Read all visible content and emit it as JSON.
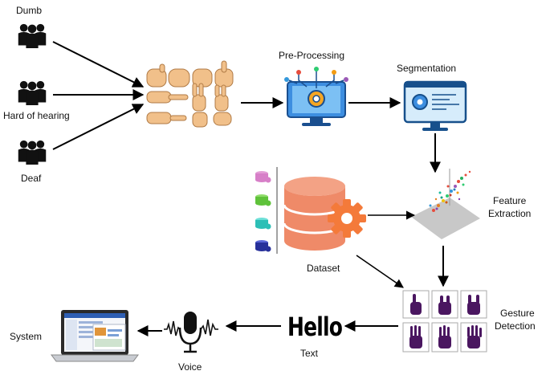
{
  "labels": {
    "dumb": "Dumb",
    "hard_of_hearing": "Hard of hearing",
    "deaf": "Deaf",
    "pre_processing": "Pre-Processing",
    "segmentation": "Segmentation",
    "feature_extraction_1": "Feature",
    "feature_extraction_2": "Extraction",
    "dataset": "Dataset",
    "gesture_detection_1": "Gesture",
    "gesture_detection_2": "Detection",
    "hello": "Hello",
    "text": "Text",
    "voice": "Voice",
    "system": "System"
  },
  "colors": {
    "person": "#111111",
    "skin": "#f1c08a",
    "monitor_blue": "#3d8ee0",
    "dataset_coral": "#ef8a68",
    "gear_orange": "#f47a3a",
    "glove_purple": "#4a1660"
  },
  "icons": [
    "group-people-icon",
    "hand-signs-icon",
    "processing-monitor-icon",
    "segmentation-monitor-icon",
    "database-icon",
    "gear-icon",
    "scatter-3d-icon",
    "gesture-grid-icon",
    "microphone-icon",
    "laptop-icon"
  ]
}
